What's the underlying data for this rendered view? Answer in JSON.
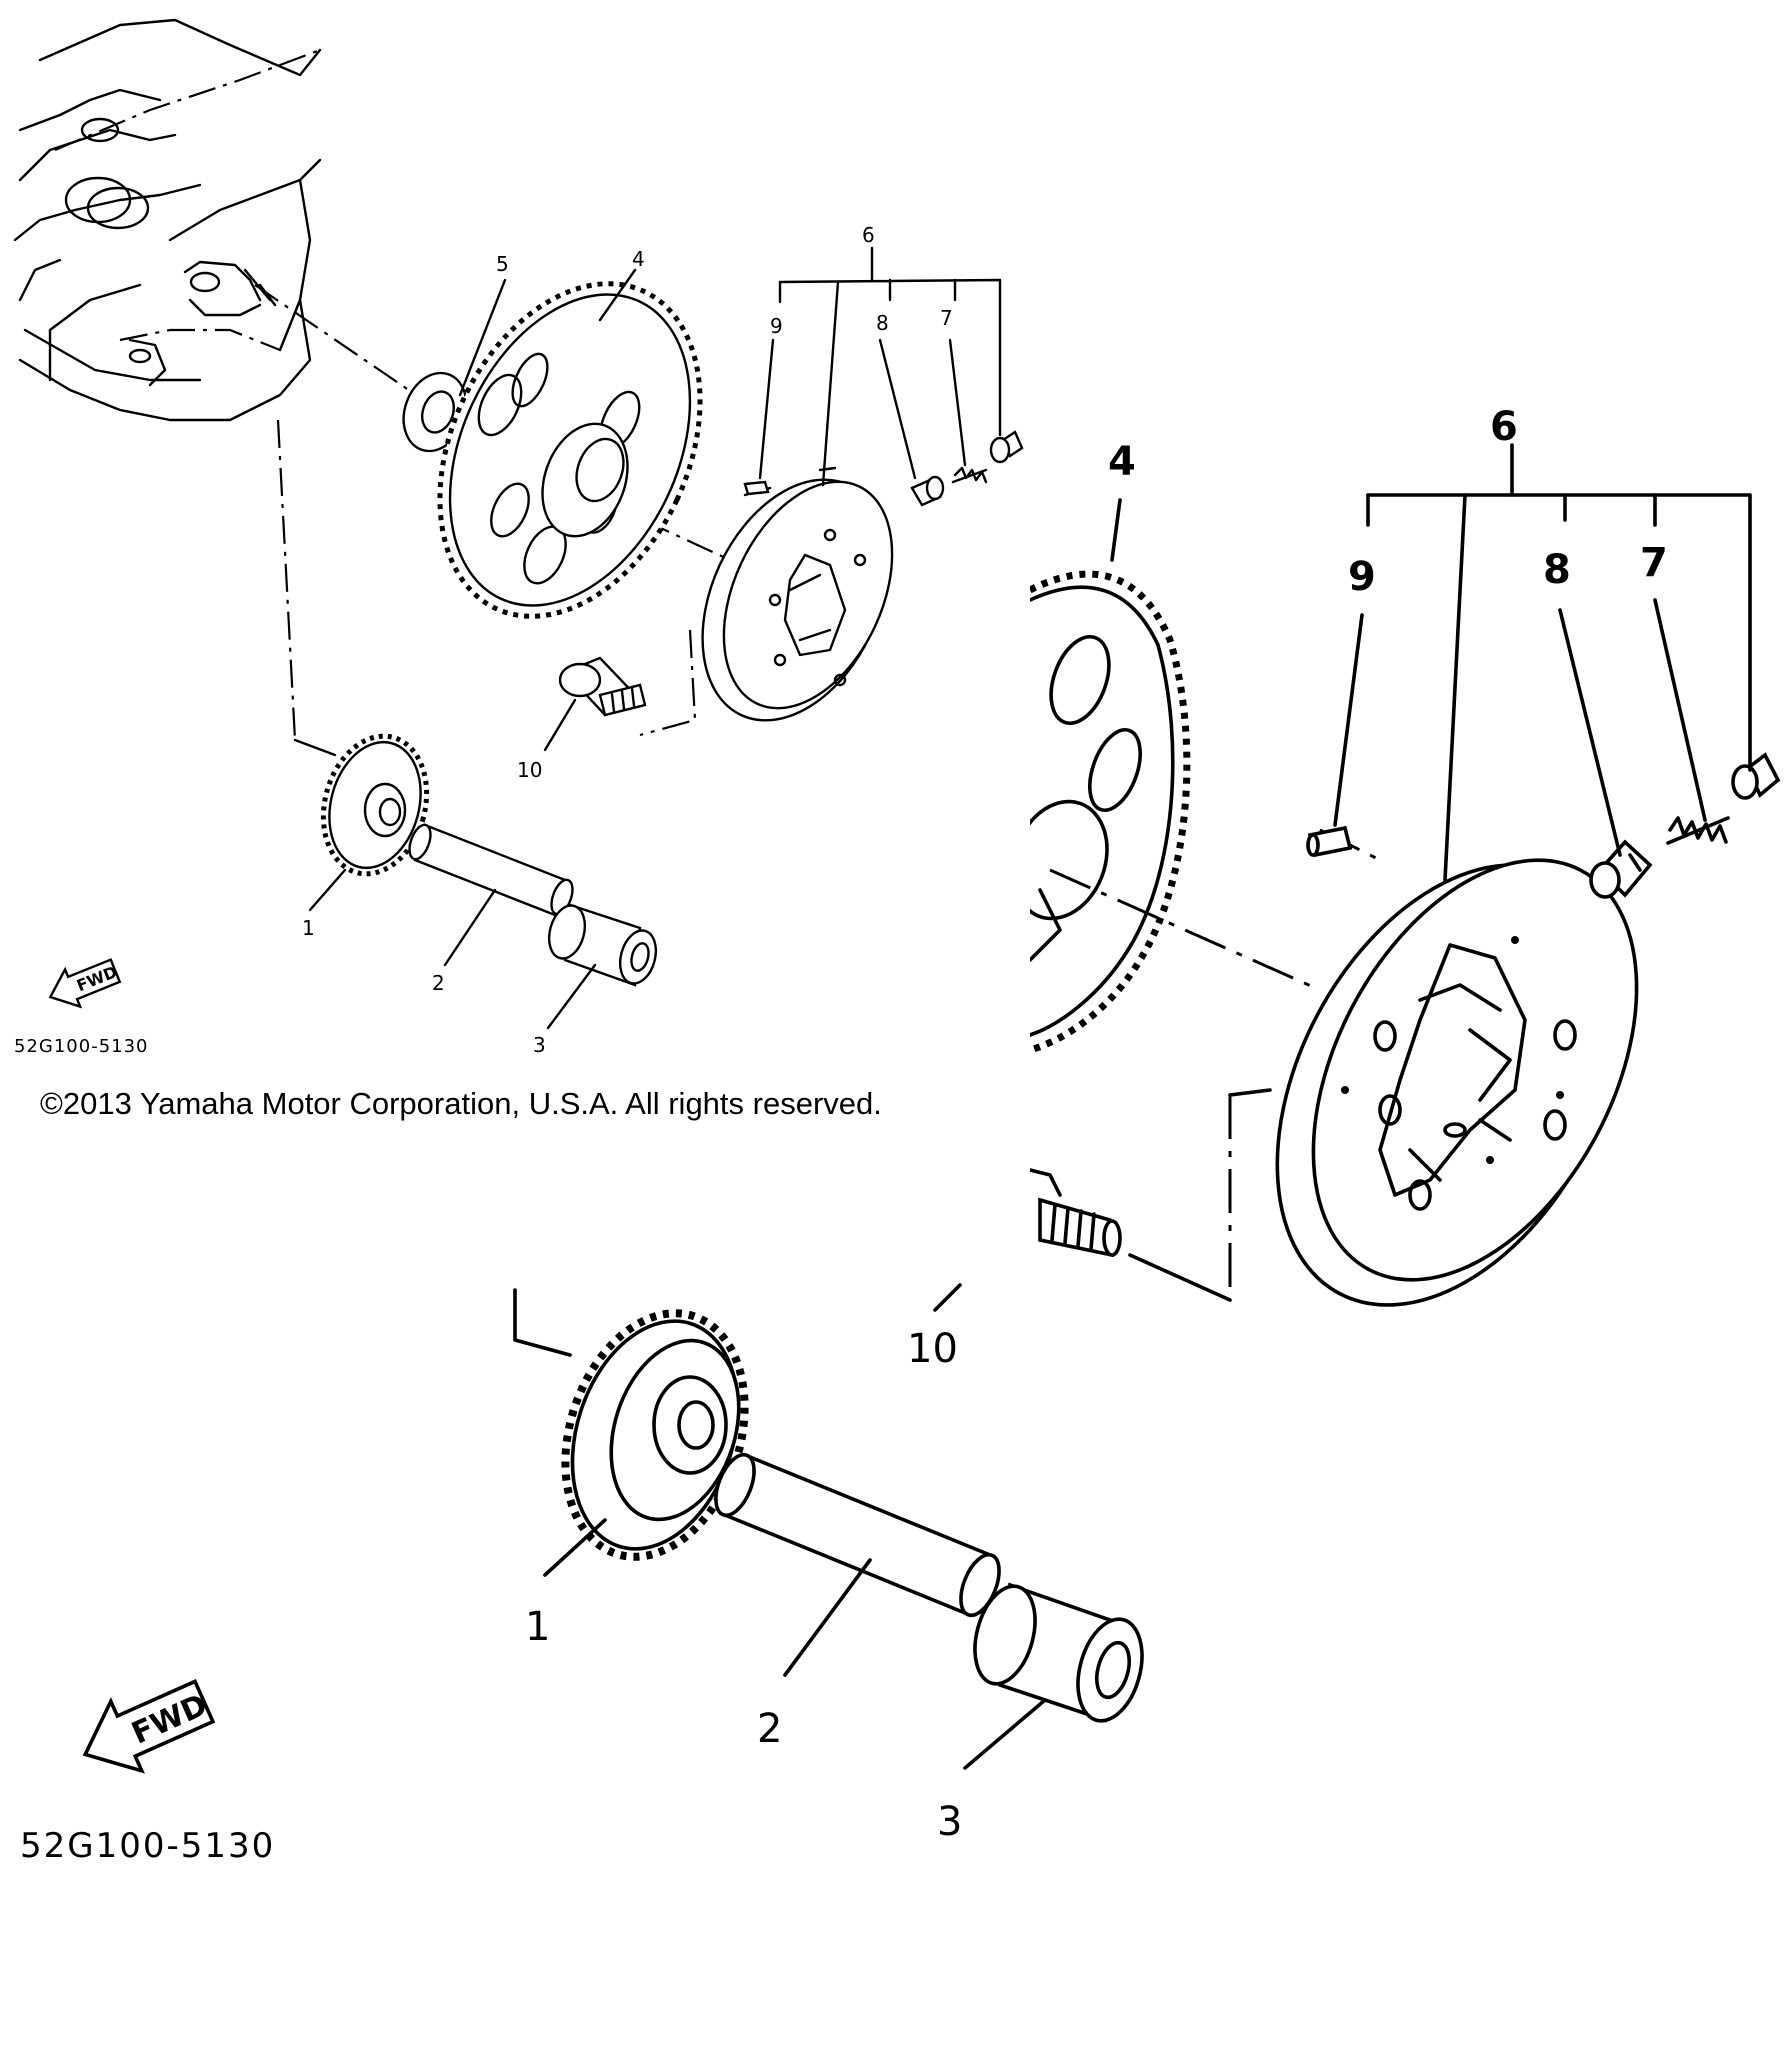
{
  "copyright": "©2013 Yamaha Motor Corporation, U.S.A. All rights reserved.",
  "part_code": "52G100-5130",
  "fwd_label": "FWD",
  "callouts": {
    "p1": "1",
    "p2": "2",
    "p3": "3",
    "p4": "4",
    "p5": "5",
    "p6": "6",
    "p7": "7",
    "p8": "8",
    "p9": "9",
    "p10": "10"
  }
}
